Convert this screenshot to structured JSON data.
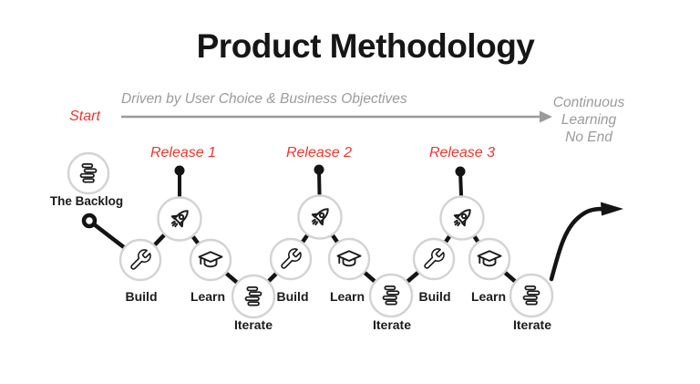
{
  "title": "Product Methodology",
  "timeline": {
    "start_label": "Start",
    "driver_caption": "Driven by User Choice & Business Objectives",
    "end_caption_lines": [
      "Continuous",
      "Learning",
      "No End"
    ]
  },
  "backlog": {
    "label": "The Backlog",
    "icon": "list-lines-icon"
  },
  "releases": [
    {
      "label": "Release 1",
      "milestone_icon": "rocket-icon",
      "steps": [
        {
          "label": "Build",
          "icon": "wrench-icon"
        },
        {
          "label": "Learn",
          "icon": "graduation-cap-icon"
        },
        {
          "label": "Iterate",
          "icon": "list-lines-icon"
        }
      ]
    },
    {
      "label": "Release 2",
      "milestone_icon": "rocket-icon",
      "steps": [
        {
          "label": "Build",
          "icon": "wrench-icon"
        },
        {
          "label": "Learn",
          "icon": "graduation-cap-icon"
        },
        {
          "label": "Iterate",
          "icon": "list-lines-icon"
        }
      ]
    },
    {
      "label": "Release 3",
      "milestone_icon": "rocket-icon",
      "steps": [
        {
          "label": "Build",
          "icon": "wrench-icon"
        },
        {
          "label": "Learn",
          "icon": "graduation-cap-icon"
        },
        {
          "label": "Iterate",
          "icon": "list-lines-icon"
        }
      ]
    }
  ],
  "colors": {
    "accent_red": "#e8392e",
    "caption_gray": "#9b9b9b",
    "arrow_gray": "#9b9b9b",
    "circle_stroke": "#d3d3d3",
    "ink": "#141414",
    "background": "#ffffff"
  }
}
